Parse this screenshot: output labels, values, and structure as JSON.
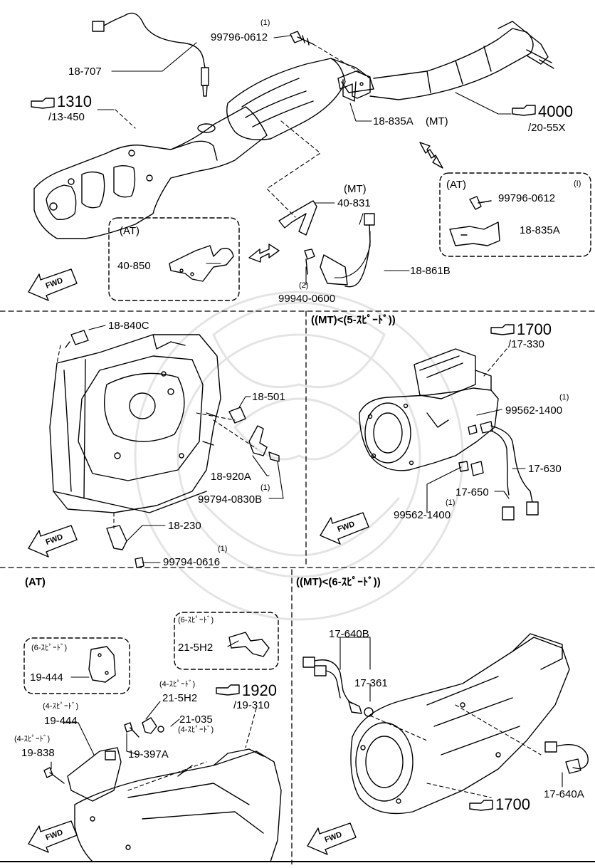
{
  "panels": {
    "top": {
      "labels": {
        "p_18_707": "18-707",
        "ref_1310": "1310",
        "ref_1310_sub": "/13-450",
        "qty_1a": "(1)",
        "p_99796_0612_a": "99796-0612",
        "p_18_835A_mt": "18-835A",
        "mt_tag_a": "(MT)",
        "ref_4000": "4000",
        "ref_4000_sub": "/20-55X",
        "at_box_a_title": "(AT)",
        "p_40_850": "40-850",
        "mt_tag_b": "(MT)",
        "p_40_831": "40-831",
        "p_18_861B": "18-861B",
        "qty_2": "(2)",
        "p_99940_0600": "99940-0600",
        "at_box_b_title": "(AT)",
        "qty_1b": "(I)",
        "p_99796_0612_b": "99796-0612",
        "p_18_835A_at": "18-835A",
        "fwd": "FWD"
      }
    },
    "mid_left": {
      "labels": {
        "p_18_840C": "18-840C",
        "p_18_501": "18-501",
        "p_18_920A": "18-920A",
        "qty_1": "(1)",
        "p_99794_0830B": "99794-0830B",
        "p_18_230": "18-230",
        "qty_1b": "(1)",
        "p_99794_0616": "99794-0616",
        "fwd": "FWD"
      }
    },
    "mid_right": {
      "labels": {
        "title": "((MT)<(5-ｽﾋﾟｰﾄﾞ))",
        "ref_1700": "1700",
        "ref_1700_sub": "/17-330",
        "qty_1a": "(1)",
        "p_99562_1400_a": "99562-1400",
        "p_17_630": "17-630",
        "p_17_650": "17-650",
        "qty_1b": "(1)",
        "p_99562_1400_b": "99562-1400",
        "fwd": "FWD"
      }
    },
    "bottom_left": {
      "labels": {
        "title": "(AT)",
        "box_6sp_a": "(6-ｽﾋﾟｰﾄﾞ)",
        "p_19_444_a": "19-444",
        "box_6sp_b": "(6-ｽﾋﾟｰﾄﾞ)",
        "p_21_5H2_a": "21-5H2",
        "tag_4sp_a": "(4-ｽﾋﾟｰﾄﾞ)",
        "p_21_5H2_b": "21-5H2",
        "ref_1920": "1920",
        "ref_1920_sub": "/19-310",
        "tag_4sp_b": "(4-ｽﾋﾟｰﾄﾞ)",
        "p_19_444_b": "19-444",
        "p_21_035": "21-035",
        "tag_4sp_c": "(4-ｽﾋﾟｰﾄﾞ)",
        "tag_4sp_d": "(4-ｽﾋﾟｰﾄﾞ)",
        "p_19_838": "19-838",
        "p_19_397A": "19-397A",
        "fwd": "FWD"
      }
    },
    "bottom_right": {
      "labels": {
        "title": "((MT)<(6-ｽﾋﾟｰﾄﾞ))",
        "p_17_640B": "17-640B",
        "p_17_361": "17-361",
        "p_17_640A": "17-640A",
        "ref_1700": "1700",
        "fwd": "FWD"
      }
    }
  },
  "colors": {
    "ink": "#000000",
    "paper": "#ffffff",
    "watermark": "#e6e6e6"
  },
  "icons": [
    "pointing-hand-icon",
    "fwd-arrow-icon",
    "connector-icon",
    "bolt-icon"
  ]
}
